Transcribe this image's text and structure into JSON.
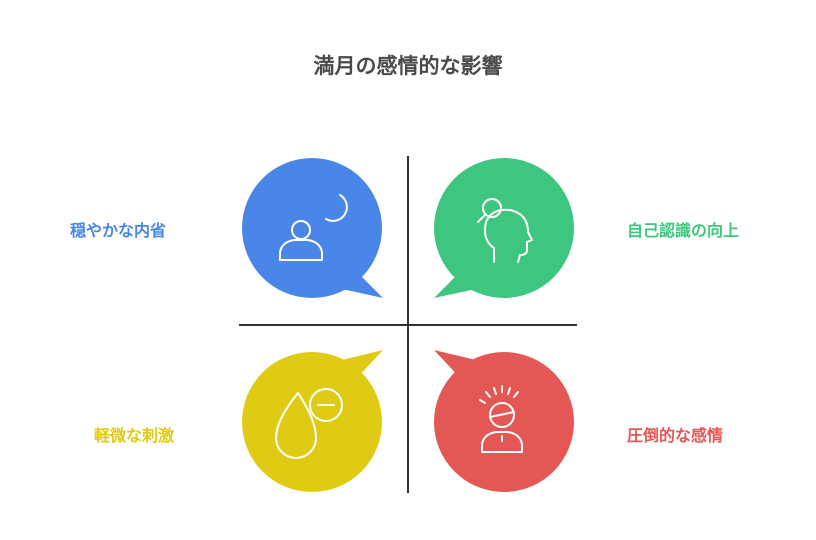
{
  "title": "満月の感情的な影響",
  "quadrants": [
    {
      "label": "穏やかな内省",
      "color": "#4a86e8",
      "icon": "person-moon-icon"
    },
    {
      "label": "自己認識の向上",
      "color": "#3ec680",
      "icon": "head-magnifier-icon"
    },
    {
      "label": "軽微な刺激",
      "color": "#dfcb14",
      "icon": "drop-minus-icon"
    },
    {
      "label": "圧倒的な感情",
      "color": "#e35754",
      "icon": "overwhelmed-person-icon"
    }
  ]
}
